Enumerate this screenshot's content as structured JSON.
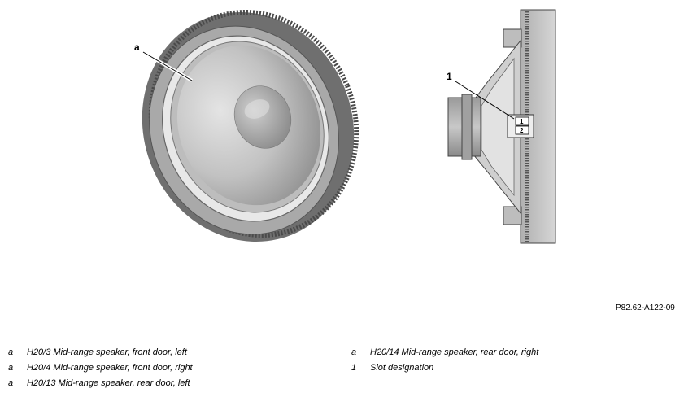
{
  "figure": {
    "callouts": [
      {
        "id": "callout-a",
        "label": "a"
      },
      {
        "id": "callout-1",
        "label": "1"
      }
    ],
    "slots": [
      "1",
      "2"
    ],
    "figure_id": "P82.62-A122-09"
  },
  "legend": {
    "left": [
      {
        "key": "a",
        "text": "H20/3 Mid-range speaker, front door, left"
      },
      {
        "key": "a",
        "text": "H20/4 Mid-range speaker, front door, right"
      },
      {
        "key": "a",
        "text": "H20/13 Mid-range speaker, rear door, left"
      }
    ],
    "right": [
      {
        "key": "a",
        "text": "H20/14 Mid-range speaker, rear door, right"
      },
      {
        "key": "1",
        "text": "Slot designation"
      }
    ]
  }
}
